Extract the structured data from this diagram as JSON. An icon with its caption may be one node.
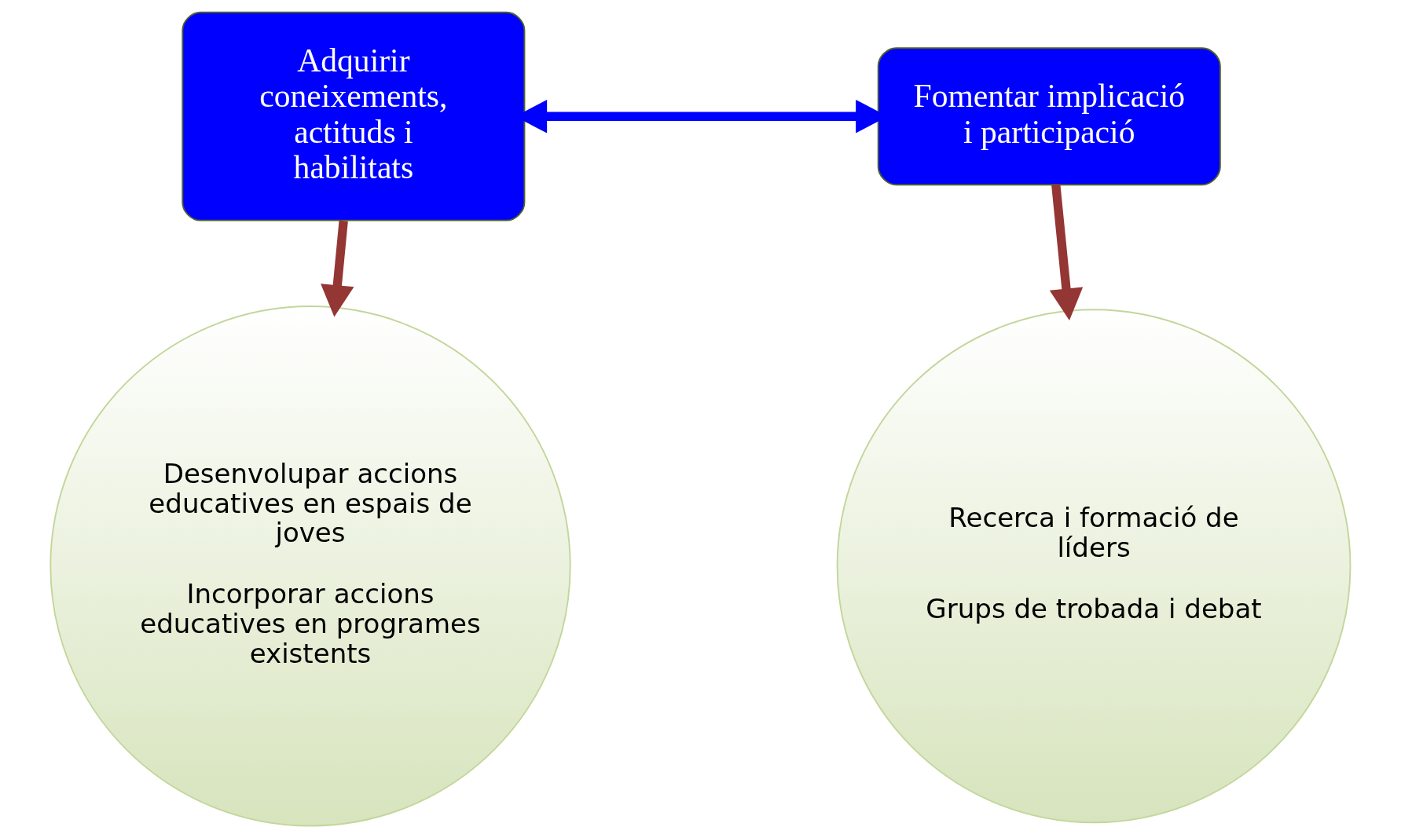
{
  "diagram": {
    "nodes": [
      {
        "text": [
          "Adquirir coneixements, actituds i habilitats"
        ]
      },
      {
        "text": [
          "Fomentar implicació i participació"
        ]
      },
      {
        "text": [
          "Desenvolupar accions educatives en espais de joves",
          "Incorporar accions educatives en programes existents"
        ]
      },
      {
        "text": [
          "Recerca i formació de líders",
          "Grups de trobada i debat"
        ]
      }
    ],
    "edges": [
      {
        "from": 0,
        "to": 1,
        "arrow": "both",
        "color": "#0000ff"
      },
      {
        "from": 0,
        "to": 2,
        "arrow": "to"
      },
      {
        "from": 1,
        "to": 3,
        "arrow": "to"
      }
    ]
  }
}
